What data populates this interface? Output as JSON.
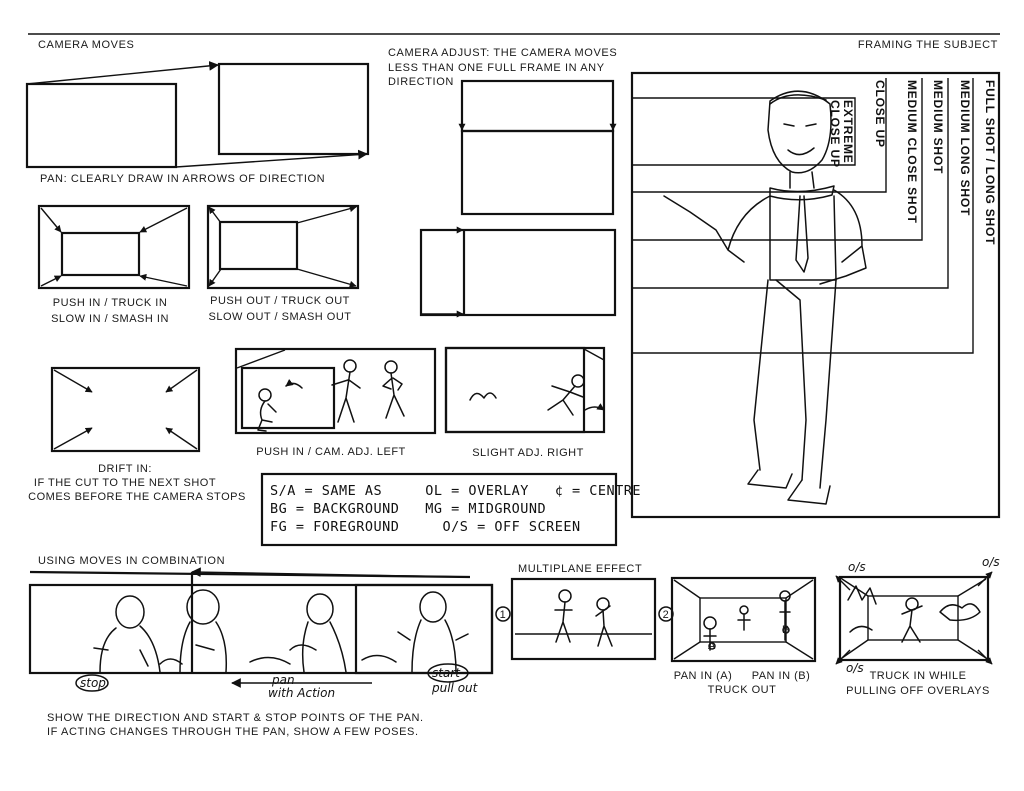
{
  "headers": {
    "camera_moves": "CAMERA MOVES",
    "camera_adjust": [
      "CAMERA ADJUST: THE CAMERA MOVES",
      "LESS THAN ONE FULL FRAME IN ANY",
      "DIRECTION"
    ],
    "framing": "FRAMING THE SUBJECT"
  },
  "captions": {
    "pan": "PAN: CLEARLY DRAW IN ARROWS OF DIRECTION",
    "push_in": [
      "PUSH IN / TRUCK IN",
      "SLOW IN / SMASH IN"
    ],
    "push_out": [
      "PUSH OUT / TRUCK OUT",
      "SLOW OUT / SMASH OUT"
    ],
    "drift_in": [
      "DRIFT IN:",
      "IF THE CUT TO THE NEXT SHOT",
      "COMES BEFORE THE CAMERA STOPS"
    ],
    "push_in_adj": "PUSH IN / CAM. ADJ. LEFT",
    "slight_adj": "SLIGHT ADJ. RIGHT"
  },
  "legend": [
    "S/A = SAME AS     OL = OVERLAY   ¢ = CENTRE",
    "BG = BACKGROUND   MG = MIDGROUND",
    "FG = FOREGROUND     O/S = OFF SCREEN"
  ],
  "shots": [
    {
      "id": "ecu",
      "label": [
        "EXTREME",
        "CLOSE UP"
      ]
    },
    {
      "id": "cu",
      "label": [
        "CLOSE UP"
      ]
    },
    {
      "id": "mcs",
      "label": [
        "MEDIUM CLOSE SHOT"
      ]
    },
    {
      "id": "ms",
      "label": [
        "MEDIUM SHOT"
      ]
    },
    {
      "id": "mls",
      "label": [
        "MEDIUM LONG SHOT"
      ]
    },
    {
      "id": "fs",
      "label": [
        "FULL SHOT / LONG SHOT"
      ]
    }
  ],
  "combination": {
    "title": "USING MOVES IN COMBINATION",
    "stop": "stop",
    "pan_with_action": [
      "pan",
      "with Action"
    ],
    "start_pull_out": [
      "start",
      "pull out"
    ],
    "note": [
      "SHOW THE DIRECTION AND START & STOP POINTS OF THE PAN.",
      "IF ACTING CHANGES THROUGH THE PAN, SHOW A FEW POSES."
    ]
  },
  "multiplane": {
    "title": "MULTIPLANE EFFECT",
    "frame_1": "1",
    "frame_2": "2",
    "pan_in_a": "PAN IN (A)",
    "pan_in_b": "PAN IN (B)",
    "truck_out": "TRUCK OUT",
    "marker_a": "A",
    "marker_b": "B",
    "os_mark": "o/s",
    "truck_in": [
      "TRUCK IN WHILE",
      "PULLING OFF OVERLAYS"
    ]
  }
}
